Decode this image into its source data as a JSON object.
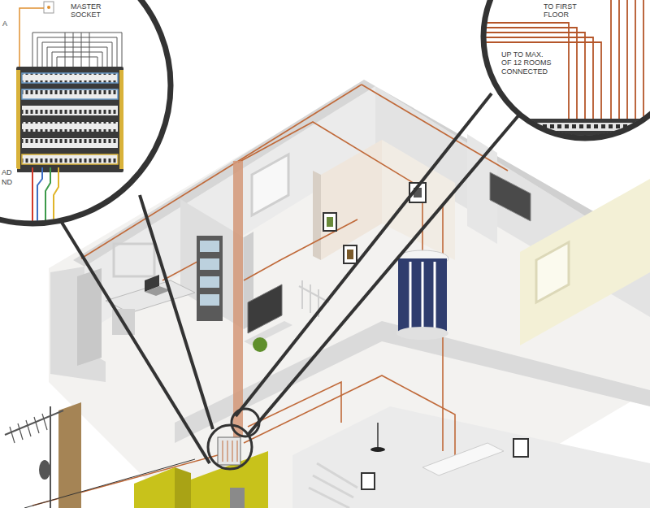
{
  "diagram": {
    "labels": [
      "MASTER SOCKET",
      "A",
      "TO FIRST FLOOR",
      "UP TO MAX. OF 12 ROOMS CONNECTED",
      "AD",
      "ND"
    ]
  }
}
